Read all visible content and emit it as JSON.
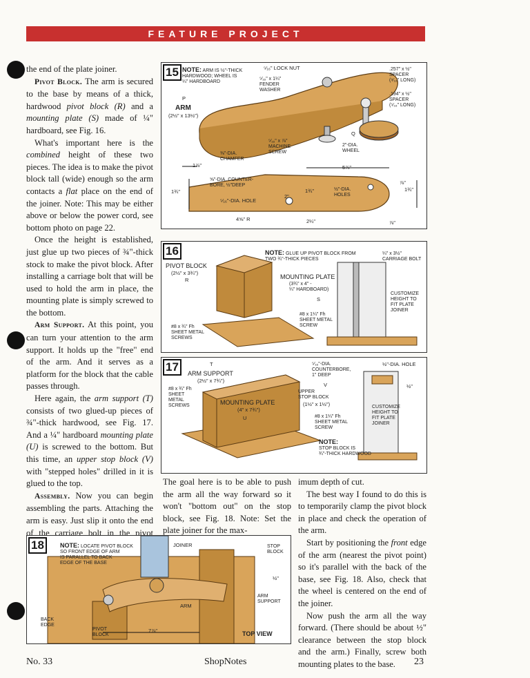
{
  "banner": "FEATURE PROJECT",
  "col1": {
    "p0": "the end of the plate joiner.",
    "h_pivot": "Pivot Block.",
    "p1_a": " The arm is secured to the base by means of a thick, hardwood ",
    "p1_em1": "pivot block (R)",
    "p1_b": " and a ",
    "p1_em2": "mounting plate (S)",
    "p1_c": " made of ¼\" hardboard, see Fig. 16.",
    "p2_a": "What's important here is the ",
    "p2_em1": "combined",
    "p2_b": " height of these two pieces. The idea is to make the pivot block tall (wide) enough so the arm contacts a ",
    "p2_em2": "flat",
    "p2_c": " place on the end of the joiner. Note: This may be either above or below the power cord, see bottom photo on page 22.",
    "p3": "Once the height is established, just glue up two pieces of ¾\"-thick stock to make the pivot block. After installing a carriage bolt that will be used to hold the arm in place, the mounting plate is simply screwed to the bottom.",
    "h_arm": "Arm Support.",
    "p4": " At this point, you can turn your attention to the arm support. It holds up the \"free\" end of the arm. And it serves as a platform for the block that the cable passes through.",
    "p5_a": "Here again, the ",
    "p5_em1": "arm support (T)",
    "p5_b": " consists of two glued-up pieces of ¾\"-thick hardwood, see Fig. 17. And a ¼\" hardboard ",
    "p5_em2": "mounting plate (U)",
    "p5_c": " is screwed to the bottom. But this time, an ",
    "p5_em3": "upper stop block (V)",
    "p5_d": " with \"stepped holes\" drilled in it is glued to the top.",
    "h_asm": "Assembly.",
    "p6": " Now you can begin assembling the parts. Attaching the arm is easy. Just slip it onto the end of the carriage bolt in the pivot block and thread on a knob. With the arm in place, you're ready to position the pivot block and arm support."
  },
  "col2": {
    "p1": "The goal here is to be able to push the arm all the way forward so it won't \"bottom out\" on the stop block, see Fig. 18. Note: Set the plate joiner for the max-"
  },
  "col3": {
    "p1": "imum depth of cut.",
    "p2": "The best way I found to do this is to temporarily clamp the pivot block in place and check the operation of the arm.",
    "p3_a": "Start by positioning the ",
    "p3_em": "front",
    "p3_b": " edge of the arm (nearest the pivot point) so it's parallel with the back of the base, see Fig. 18. Also, check that the wheel is centered on the end of the joiner.",
    "p4": "Now push the arm all the way forward. (There should be about ½\" clearance between the stop block and the arm.) Finally, screw both mounting plates to the base."
  },
  "fig15": {
    "num": "15",
    "note_title": "NOTE:",
    "note": " ARM IS ½\"-THICK\nHARDWOOD; WHEEL IS\n¼\" HARDBOARD",
    "arm_letter": "P",
    "arm_label": "ARM",
    "arm_dims": "(2½\" x 13½\")",
    "locknut": "⁵⁄₁₆\" LOCK NUT",
    "washer": "⁵⁄₁₆\" x 1¼\"\nFENDER\nWASHER",
    "spacer1": ".257\" x ½\"\nSPACER\n(⁹⁄₁₆\" LONG)",
    "spacer2": ".194\" x ½\"\nSPACER\n(⁵⁄₁₆\" LONG)",
    "chamfer": "⅜\"-DIA.\nCHAMFER",
    "screw": "⁵⁄₁₆\" x ⅞\"\nMACHINE\nSCREW",
    "wheel_letter": "Q",
    "wheel": "2\"-DIA.\nWHEEL",
    "dim_1_7_8": "1⅞\"",
    "dim_5_7_8": "5⅞\"",
    "dim_1_3_4a": "1¾\"",
    "dim_1_3_4b": "1¾\"",
    "dim_1_3_4c": "1¾\"",
    "dim_7_8a": "⅞\"",
    "dim_7_8b": "⅞\"",
    "dim_2": "2\"",
    "dim_4r": "4⅝\" R",
    "dim_2_1_4": "2¼\"",
    "counterbore": "⅝\"-DIA. COUNTER-\nBORE, ½\"DEEP",
    "hole": "⁵⁄₁₆\"-DIA. HOLE",
    "holes": "½\"-DIA.\nHOLES"
  },
  "fig16": {
    "num": "16",
    "note_title": "NOTE:",
    "note": " GLUE UP PIVOT BLOCK FROM\nTWO ¾\"-THICK PIECES",
    "pivot": "PIVOT BLOCK",
    "pivot_dims": "(2½\" x 3¾\")",
    "pivot_letter": "R",
    "plate": "MOUNTING PLATE",
    "plate_dims": "(3¾\" x 4\" -\n¼\" HARDBOARD)",
    "plate_letter": "S",
    "bolt": "¼\" x 3½\"\nCARRIAGE BOLT",
    "customize": "CUSTOMIZE\nHEIGHT TO\nFIT PLATE\nJOINER",
    "screw1": "#8 x 1¼\" Fh\nSHEET METAL\nSCREW",
    "screw2": "#8 x ¾\" Fh\nSHEET METAL\nSCREWS"
  },
  "fig17": {
    "num": "17",
    "arm_letter": "T",
    "arm": "ARM SUPPORT",
    "arm_dims": "(2½\" x 7¾\")",
    "screws": "#8 x ¾\" Fh\nSHEET\nMETAL\nSCREWS",
    "plate": "MOUNTING PLATE",
    "plate_dims": "(4\" x 7¾\")",
    "plate_letter": "U",
    "counterbore": "⁵⁄₁₆\"-DIA.\nCOUNTERBORE,\n1\" DEEP",
    "stop_letter": "V",
    "stop": "UPPER\nSTOP BLOCK",
    "stop_dims": "(1½\" x 1½\")",
    "screw": "#8 x 1¼\" Fh\nSHEET METAL\nSCREW",
    "note_title": "NOTE:",
    "note": "STOP BLOCK IS\n¾\"-THICK HARDWOOD",
    "hole": "½\"-DIA. HOLE",
    "dim": "½\"",
    "customize": "CUSTOMIZE\nHEIGHT TO\nFIT PLATE\nJOINER"
  },
  "fig18": {
    "num": "18",
    "note_title": "NOTE:",
    "note": " LOCATE PIVOT BLOCK\nSO FRONT EDGE OF ARM\nIS PARALLEL TO BACK\nEDGE OF THE BASE",
    "joiner": "JOINER",
    "stop": "STOP\nBLOCK",
    "dim_half": "½\"",
    "arm": "ARM",
    "support": "ARM\nSUPPORT",
    "back": "BACK\nEDGE",
    "pivot": "PIVOT\nBLOCK",
    "dim": "7⅞\"",
    "view": "TOP VIEW"
  },
  "footer": {
    "left": "No. 33",
    "center": "ShopNotes",
    "right": "23"
  }
}
